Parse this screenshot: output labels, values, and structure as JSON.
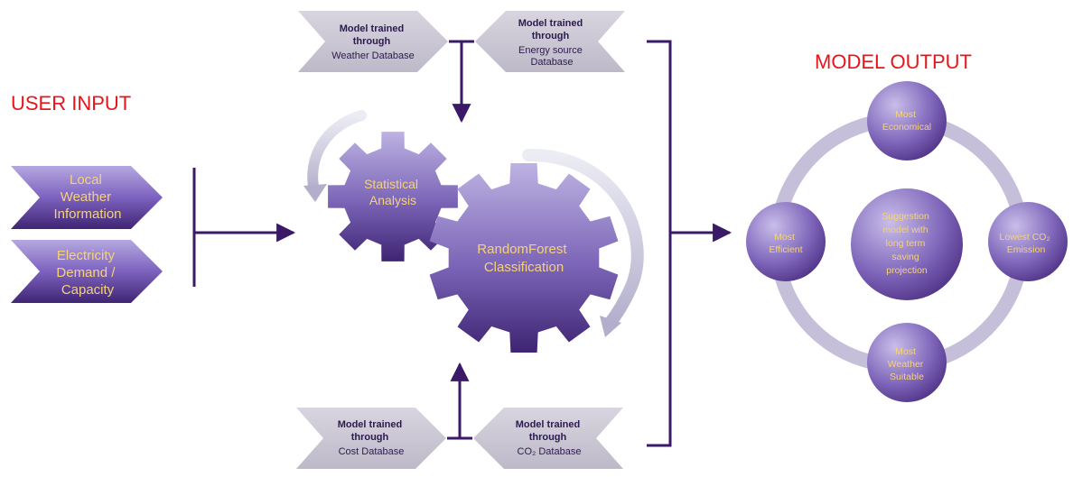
{
  "headings": {
    "user_input": "USER INPUT",
    "model_output": "MODEL OUTPUT"
  },
  "inputs": [
    {
      "lines": [
        "Local",
        "Weather",
        "Information"
      ]
    },
    {
      "lines": [
        "Electricity",
        "Demand /",
        "Capacity"
      ]
    }
  ],
  "training": [
    {
      "title": [
        "Model trained",
        "through"
      ],
      "source": [
        "Weather Database"
      ]
    },
    {
      "title": [
        "Model trained",
        "through"
      ],
      "source": [
        "Energy source",
        "Database"
      ]
    },
    {
      "title": [
        "Model trained",
        "through"
      ],
      "source": [
        "Cost Database"
      ]
    },
    {
      "title": [
        "Model trained",
        "through"
      ],
      "source": [
        "CO₂ Database"
      ]
    }
  ],
  "gears": {
    "small": [
      "Statistical",
      "Analysis"
    ],
    "large": [
      "RandomForest",
      "Classification"
    ]
  },
  "outputs": {
    "center": [
      "Suggestion",
      "model with",
      "long term",
      "saving",
      "projection"
    ],
    "top": [
      "Most",
      "Economical"
    ],
    "left": [
      "Most",
      "Efficient"
    ],
    "right": [
      "Lowest CO₂",
      "Emission"
    ],
    "bottom": [
      "Most",
      "Weather",
      "Suitable"
    ]
  },
  "colors": {
    "heading": "#e8141c",
    "connector": "#3a1a66",
    "chevron_fill": "#c9c6d4",
    "label_text": "#f5d27a",
    "shape_dark": "#4a2d80",
    "shape_light": "#b9aede"
  }
}
